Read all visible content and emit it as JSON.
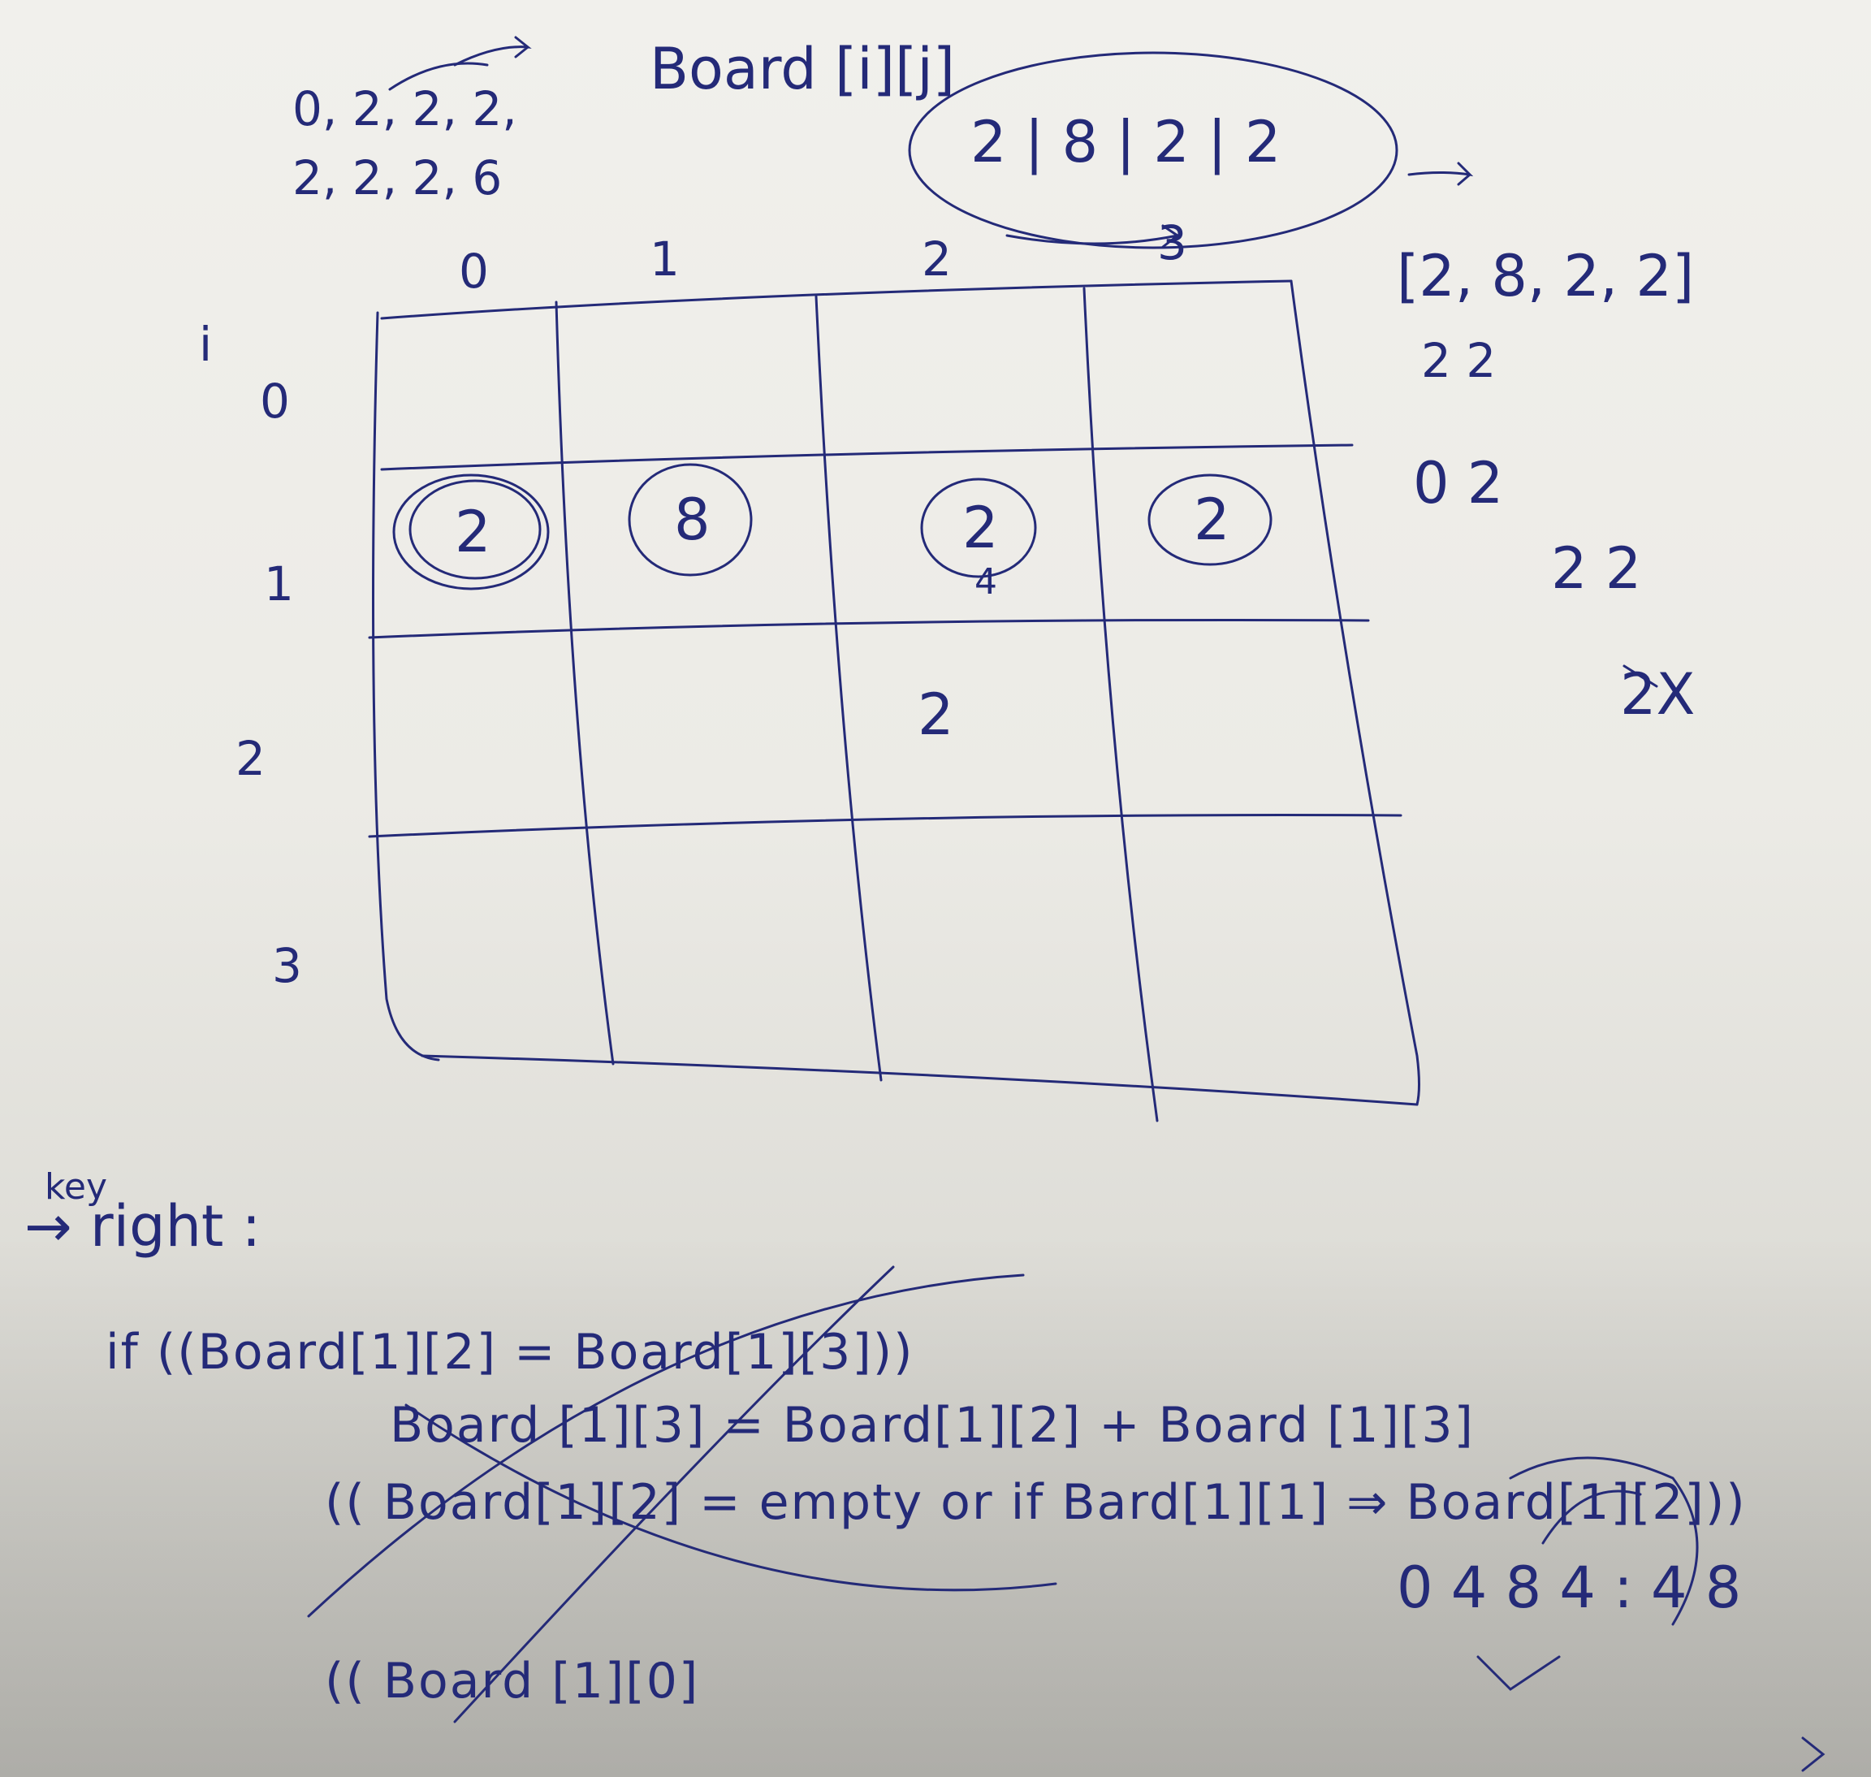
{
  "notes": {
    "title": "Board [i][j]",
    "seq_top": "0, 2, 2, 2,",
    "seq_bottom": "2, 2, 2, 6",
    "circled_row": "2 | 8 | 2 | 2",
    "right_list": "[2, 8, 2, 2]",
    "right_a": "2 2",
    "right_b": "0   2",
    "right_c": "2 2",
    "right_d": "2X",
    "ink_color": "#242a78"
  },
  "grid": {
    "i_label": "i",
    "col_labels": [
      "0",
      "1",
      "2",
      "3"
    ],
    "row_labels": [
      "0",
      "1",
      "2",
      "3"
    ],
    "cells": [
      [
        {
          "v": "",
          "c": false
        },
        {
          "v": "",
          "c": false
        },
        {
          "v": "",
          "c": false
        },
        {
          "v": "",
          "c": false
        }
      ],
      [
        {
          "v": "2",
          "c": true
        },
        {
          "v": "8",
          "c": true
        },
        {
          "v": "2",
          "c": true
        },
        {
          "v": "2",
          "c": true
        }
      ],
      [
        {
          "v": "",
          "c": false
        },
        {
          "v": "",
          "c": false
        },
        {
          "v": "2",
          "c": false
        },
        {
          "v": "",
          "c": false
        }
      ],
      [
        {
          "v": "",
          "c": false
        },
        {
          "v": "",
          "c": false
        },
        {
          "v": "",
          "c": false
        },
        {
          "v": "",
          "c": false
        }
      ]
    ],
    "small_four": "4"
  },
  "code": {
    "key_label": "key",
    "key_name": "→ right :",
    "line1": "if ((Board[1][2] = Board[1][3]))",
    "line2": "Board [1][3] = Board[1][2] + Board [1][3]",
    "line3": "(( Board[1][2] = empty or if Bard[1][1] ⇒ Board[1][2]))",
    "line4": "(( Board [1][0]",
    "corner": "0 4 8 4 : 4 8"
  }
}
